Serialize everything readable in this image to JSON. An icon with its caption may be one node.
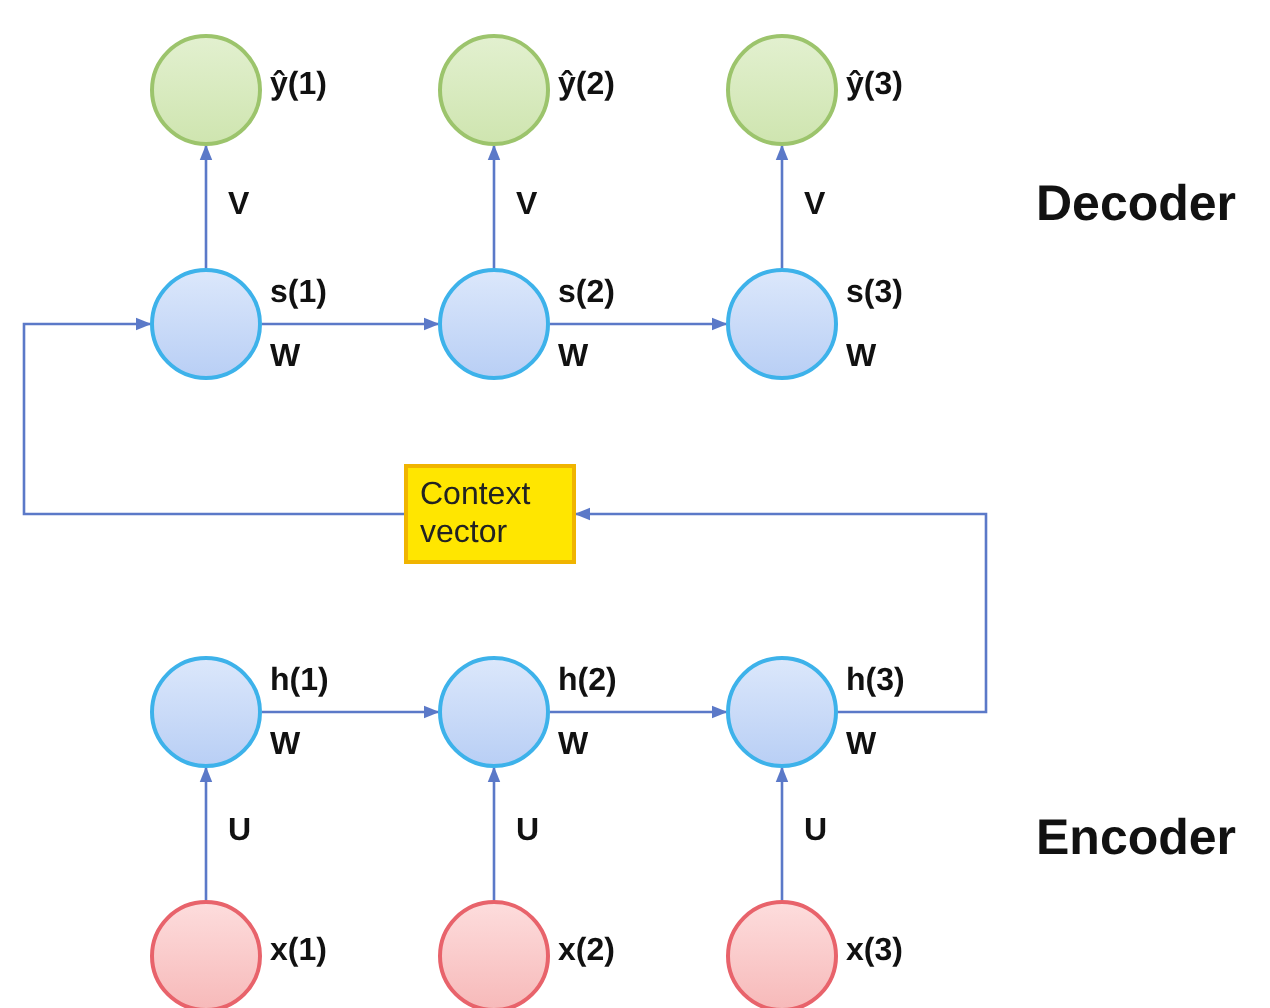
{
  "diagram": {
    "nodes": [
      {
        "text": [],
        "shape": "circle",
        "beside": [
          "ŷ(1)"
        ]
      },
      {
        "text": [],
        "shape": "circle",
        "beside": [
          "ŷ(2)"
        ]
      },
      {
        "text": [],
        "shape": "circle",
        "beside": [
          "ŷ(3)"
        ]
      },
      {
        "text": [],
        "shape": "circle",
        "beside": [
          "s(1)",
          "W"
        ]
      },
      {
        "text": [],
        "shape": "circle",
        "beside": [
          "s(2)",
          "W"
        ]
      },
      {
        "text": [],
        "shape": "circle",
        "beside": [
          "s(3)",
          "W"
        ]
      },
      {
        "text": [
          "Context vector"
        ]
      },
      {
        "text": [],
        "shape": "circle",
        "beside": [
          "h(1)",
          "W"
        ]
      },
      {
        "text": [],
        "shape": "circle",
        "beside": [
          "h(2)",
          "W"
        ]
      },
      {
        "text": [],
        "shape": "circle",
        "beside": [
          "h(3)",
          "W"
        ]
      },
      {
        "text": [],
        "shape": "circle",
        "beside": [
          "x(1)"
        ]
      },
      {
        "text": [],
        "shape": "circle",
        "beside": [
          "x(2)"
        ]
      },
      {
        "text": [],
        "shape": "circle",
        "beside": [
          "x(3)"
        ]
      }
    ],
    "edges": [
      {
        "from": 3,
        "to": 0,
        "arrow": "to",
        "label": "V"
      },
      {
        "from": 4,
        "to": 1,
        "arrow": "to",
        "label": "V"
      },
      {
        "from": 5,
        "to": 2,
        "arrow": "to",
        "label": "V"
      },
      {
        "from": 3,
        "to": 4,
        "arrow": "to"
      },
      {
        "from": 4,
        "to": 5,
        "arrow": "to"
      },
      {
        "from": 6,
        "to": 3,
        "arrow": "to"
      },
      {
        "from": 7,
        "to": 8,
        "arrow": "to"
      },
      {
        "from": 8,
        "to": 9,
        "arrow": "to"
      },
      {
        "from": 9,
        "to": 6,
        "arrow": "to"
      },
      {
        "from": 10,
        "to": 7,
        "arrow": "to",
        "label": "U"
      },
      {
        "from": 11,
        "to": 8,
        "arrow": "to",
        "label": "U"
      },
      {
        "from": 12,
        "to": 9,
        "arrow": "to",
        "label": "U"
      }
    ],
    "labels": [
      "Decoder",
      "Encoder"
    ]
  }
}
